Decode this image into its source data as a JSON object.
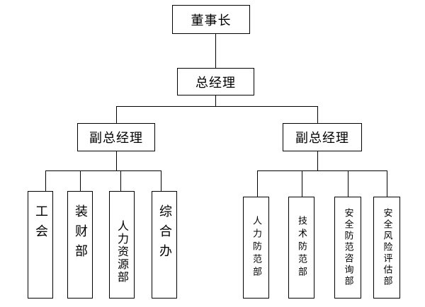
{
  "org": {
    "chairman": "董事长",
    "gm": "总经理",
    "vp_left": "副总经理",
    "vp_right": "副总经理",
    "left_depts": [
      "工会",
      "装财部",
      "人力资源部",
      "综合办"
    ],
    "right_depts": [
      "人力防范部",
      "技术防范部",
      "安全防范咨询部",
      "安全风险评估部"
    ]
  }
}
